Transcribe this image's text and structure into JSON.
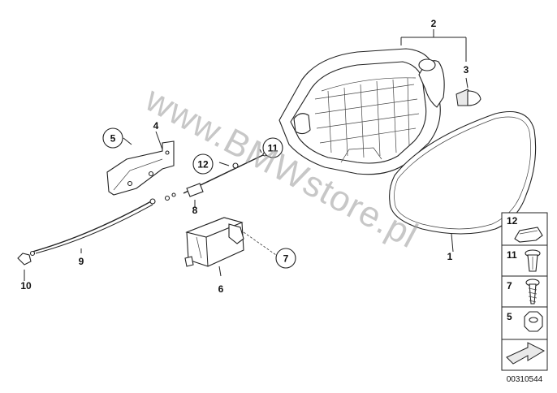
{
  "diagram": {
    "watermark": "www.BMWstore.pl",
    "diagram_code": "00310544",
    "callouts": [
      {
        "id": "c1",
        "label": "1",
        "circled": false
      },
      {
        "id": "c2",
        "label": "2",
        "circled": false
      },
      {
        "id": "c3",
        "label": "3",
        "circled": false
      },
      {
        "id": "c4",
        "label": "4",
        "circled": false
      },
      {
        "id": "c5",
        "label": "5",
        "circled": true
      },
      {
        "id": "c6",
        "label": "6",
        "circled": false
      },
      {
        "id": "c7",
        "label": "7",
        "circled": true
      },
      {
        "id": "c8",
        "label": "8",
        "circled": false
      },
      {
        "id": "c9",
        "label": "9",
        "circled": false
      },
      {
        "id": "c10",
        "label": "10",
        "circled": false
      },
      {
        "id": "c11",
        "label": "11",
        "circled": true
      },
      {
        "id": "c12",
        "label": "12",
        "circled": true
      }
    ],
    "legend": [
      {
        "label": "12",
        "icon": "clip-icon"
      },
      {
        "label": "11",
        "icon": "expanding-rivet-icon"
      },
      {
        "label": "7",
        "icon": "tapping-screw-icon"
      },
      {
        "label": "5",
        "icon": "hex-nut-icon"
      }
    ],
    "legend_arrow_icon": "arrow-icon"
  }
}
